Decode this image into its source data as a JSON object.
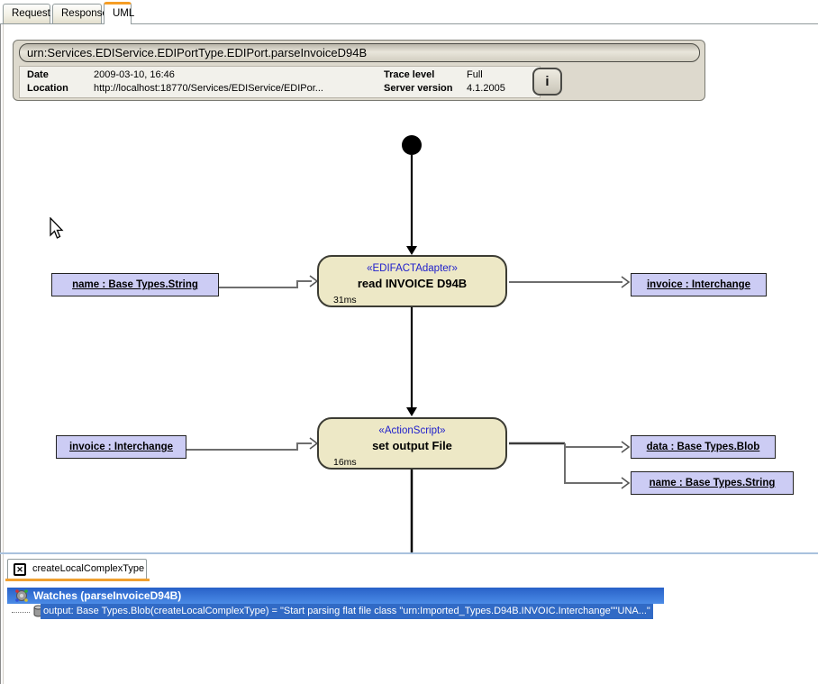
{
  "tabs": {
    "request": "Request",
    "response": "Response",
    "uml": "UML"
  },
  "header": {
    "title": "urn:Services.EDIService.EDIPortType.EDIPort.parseInvoiceD94B",
    "date_label": "Date",
    "date_value": "2009-03-10, 16:46",
    "location_label": "Location",
    "location_value": "http://localhost:18770/Services/EDIService/EDIPor...",
    "trace_label": "Trace level",
    "trace_value": "Full",
    "server_label": "Server version",
    "server_value": "4.1.2005",
    "info_button_label": "i"
  },
  "diagram": {
    "activities": [
      {
        "stereotype": "«EDIFACTAdapter»",
        "name": "read INVOICE D94B",
        "duration": "31ms"
      },
      {
        "stereotype": "«ActionScript»",
        "name": "set output File",
        "duration": "16ms"
      }
    ],
    "labels": {
      "in1": "name : Base Types.String",
      "out1": "invoice : Interchange",
      "in2": "invoice : Interchange",
      "out2a": "data : Base Types.Blob",
      "out2b": "name : Base Types.String"
    }
  },
  "bottom": {
    "tab_label": "createLocalComplexType",
    "close_glyph": "✕",
    "watches_title": "Watches (parseInvoiceD94B)",
    "watch_value": "output: Base Types.Blob(createLocalComplexType) = \"Start parsing flat file class \"urn:Imported_Types.D94B.INVOIC.Interchange\"\"UNA...\""
  },
  "colors": {
    "active_tab_accent": "#F59D25",
    "bottom_tab_accent": "#F0A030",
    "activity_fill": "#EDE8C6",
    "pin_label_fill": "#CCCCF4",
    "stereotype_blue": "#2020CC",
    "selection_blue": "#316AC5",
    "watch_header_blue": "#2861C8",
    "splitter_blue": "#A9C2DE"
  }
}
